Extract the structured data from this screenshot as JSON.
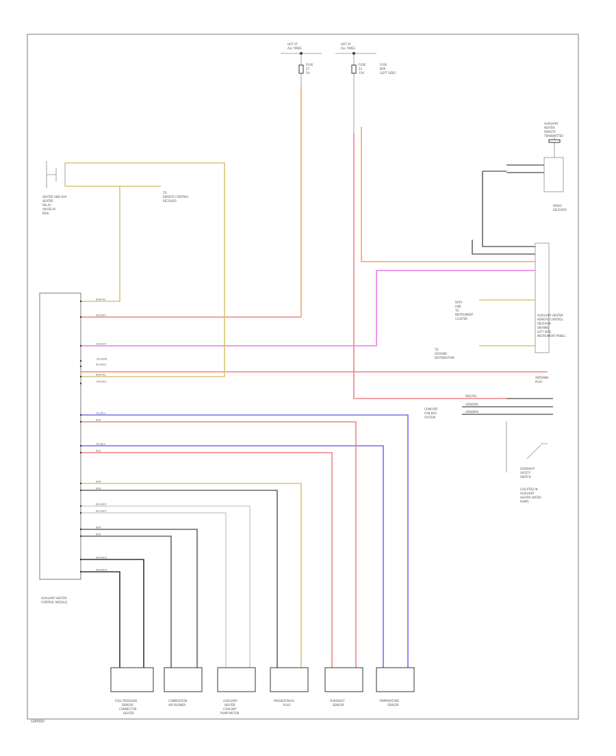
{
  "diagram": {
    "footer_code": "G00000",
    "module_label": [
      "AUXILIARY HEATER",
      "CONTROL MODULE"
    ],
    "colors": {
      "orange": "#f4a460",
      "red": "#f08080",
      "magenta": "#e879e8",
      "blue": "#6f6ff2",
      "yellow": "#d9c570",
      "gray": "#666666",
      "dark": "#333333",
      "light": "#cfcfcf"
    },
    "top_sources": [
      {
        "label": [
          "HOT AT",
          "ALL TIMES"
        ]
      },
      {
        "label": [
          "HOT AT",
          "ALL TIMES"
        ]
      }
    ],
    "fuse_labels": [
      [
        "FUSE",
        "27",
        "5A"
      ],
      [
        "FUSE",
        "22",
        "15A",
        "FUSE",
        "BOX",
        "(LEFT SIDE)"
      ]
    ],
    "left_relay": {
      "label": [
        "HEATER AND AUX",
        "HEATER",
        "RELAY",
        "(IN RELAY",
        "BOX)"
      ],
      "note": [
        "TO",
        "REMOTE CONTROL",
        "RECEIVER"
      ]
    },
    "right_components": {
      "sensor_top": [
        "AUXILIARY",
        "HEATER",
        "REMOTE",
        "TRANSMITTER"
      ],
      "sensor_top_label": [
        "RADIO",
        "RECEIVER"
      ],
      "module_label": [
        "AUXILIARY HEATER",
        "REMOTE CONTROL",
        "RECEIVER",
        "(BEHIND",
        "LEFT SIDE",
        "INSTRUMENT PANEL)"
      ],
      "antenna_label": [
        "ANTENNA",
        "PLUG"
      ],
      "can_label": [
        "DATA",
        "LINE"
      ],
      "can_note": [
        "TO",
        "INSTRUMENT",
        "CLUSTER"
      ],
      "ground_note": [
        "TO",
        "GROUND",
        "DISTRIBUTION"
      ],
      "switch_label": [
        "OVERHEAT",
        "SAFETY",
        "SWITCH"
      ],
      "switch_note": [
        "(LOCATED IN",
        "AUXILIARY",
        "HEATER WATER",
        "PUMP)"
      ],
      "bus_labels": [
        "COMFORT",
        "CAN BUS",
        "SYSTEM"
      ],
      "bus_wires": [
        "RED/YEL",
        "GRN/ORG",
        "GRN/BRN"
      ]
    },
    "module_wires": [
      "BRN/YEL",
      "RED/BLK",
      "VIO/WHT",
      "ORG/BRN",
      "BLK/RED",
      "BRN/YEL",
      "ORG/BLK",
      "YEL/BLU",
      "RED",
      "YEL/BLU",
      "RED",
      "BRN",
      "BRN",
      "BLK/WHT",
      "BLK/WHT",
      "BRN",
      "BRN",
      "BRN/WHT",
      "BRN/WHT"
    ],
    "bottom_components": [
      {
        "label": [
          "FUEL PRESSURE",
          "SENSOR",
          "CONNECTOR",
          "HEATER"
        ]
      },
      {
        "label": [
          "COMBUSTION",
          "AIR BLOWER"
        ]
      },
      {
        "label": [
          "AUXILIARY",
          "HEATER",
          "COOLANT",
          "PUMP MOTOR"
        ]
      },
      {
        "label": [
          "PREHEAT/DUAL",
          "PLUG"
        ]
      },
      {
        "label": [
          "OVERHEAT",
          "SENSOR"
        ]
      },
      {
        "label": [
          "TEMPERATURE",
          "SENSOR"
        ]
      }
    ]
  }
}
